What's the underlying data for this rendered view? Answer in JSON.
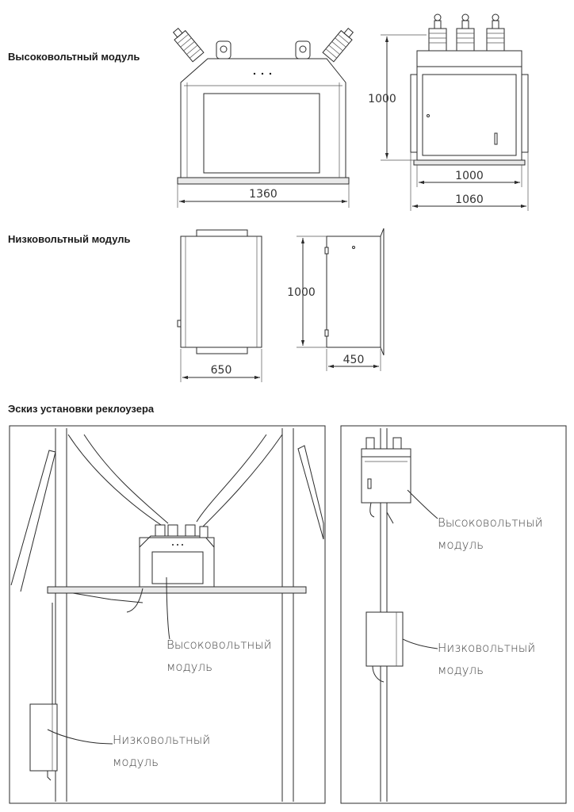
{
  "sections": {
    "hv_module_title": "Высоковольтный модуль",
    "lv_module_title": "Низковольтный модуль",
    "install_title": "Эскиз установки реклоузера"
  },
  "dimensions": {
    "hv_front_width": "1360",
    "hv_side_height": "1000",
    "hv_side_inner_width": "1000",
    "hv_side_outer_width": "1060",
    "lv_height": "1000",
    "lv_front_width": "650",
    "lv_side_depth": "450"
  },
  "callouts": {
    "hv_line1": "Высоковольтный",
    "hv_line2": "модуль",
    "lv_line1": "Низковольтный",
    "lv_line2": "модуль"
  }
}
